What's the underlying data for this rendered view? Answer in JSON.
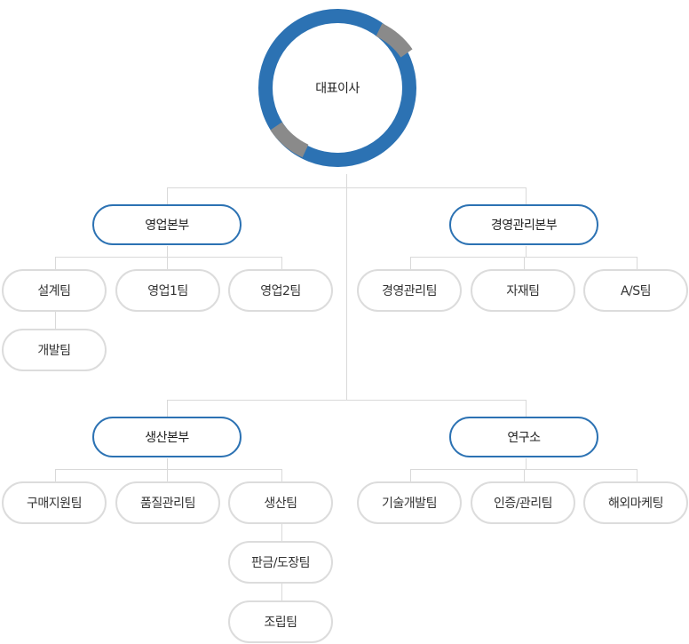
{
  "ceo": {
    "label": "대표이사"
  },
  "colors": {
    "ring_blue": "#2c72b3",
    "ring_gray": "#8a8a8a",
    "dept_border": "#2c72b3",
    "team_border": "#dcdcdc",
    "connector": "#d9d9d9"
  },
  "divisions": [
    {
      "label": "영업본부",
      "teams": [
        "설계팀",
        "영업1팀",
        "영업2팀",
        "개발팀"
      ]
    },
    {
      "label": "경영관리본부",
      "teams": [
        "경영관리팀",
        "자재팀",
        "A/S팀"
      ]
    },
    {
      "label": "생산본부",
      "teams": [
        "구매지원팀",
        "품질관리팀",
        "생산팀",
        "판금/도장팀",
        "조립팀"
      ]
    },
    {
      "label": "연구소",
      "teams": [
        "기술개발팀",
        "인증/관리팀",
        "해외마케팅"
      ]
    }
  ]
}
